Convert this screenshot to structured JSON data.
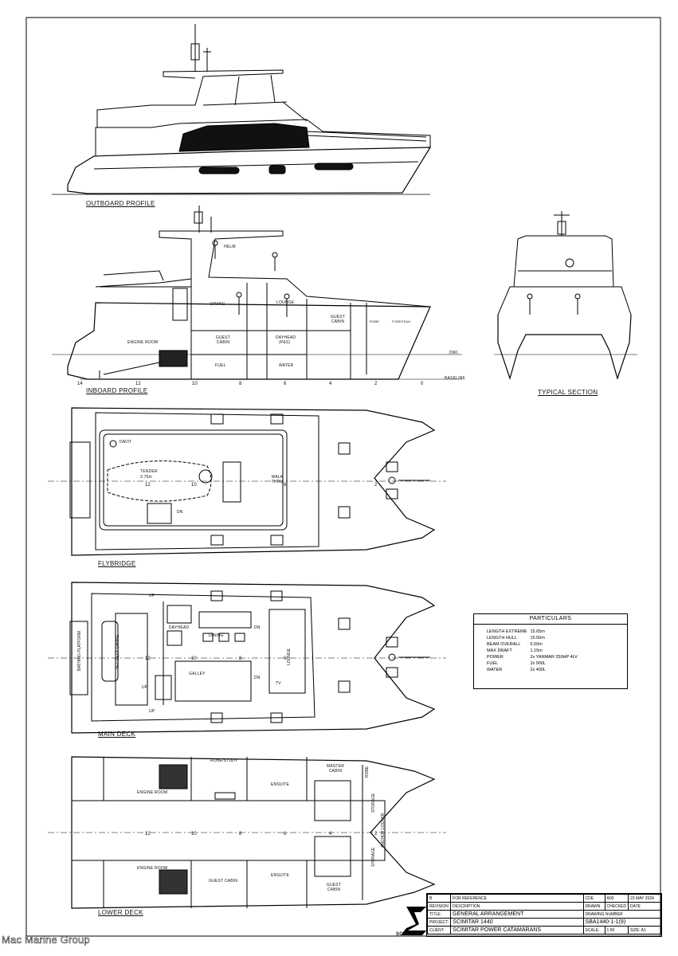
{
  "views": {
    "outboard": "OUTBOARD PROFILE",
    "inboard": "INBOARD PROFILE",
    "section": "TYPICAL SECTION",
    "flybridge": "FLYBRIDGE",
    "main": "MAIN DECK",
    "lower": "LOWER DECK"
  },
  "stations": [
    "14",
    "12",
    "10",
    "8",
    "6",
    "4",
    "2",
    "0"
  ],
  "inboard_labels": {
    "helm": "HELM",
    "dining": "DINING",
    "lounge": "LOUNGE",
    "guest_cabin": "GUEST CABIN",
    "robe": "ROBE",
    "forepeak": "FOREPEAK",
    "engine_room": "ENGINE ROOM",
    "guest_cabin2": "GUEST CABIN",
    "dayhead": "DAYHEAD (P&S)",
    "fuel": "FUEL",
    "water": "WATER",
    "dwl": "DWL",
    "baseline": "BASELINE"
  },
  "flybridge_labels": {
    "davit": "DAVIT",
    "tender": "TENDER",
    "tender_size": "3.75m",
    "walk_thru": "WALK THRU",
    "dn": "DN"
  },
  "main_labels": {
    "up1": "UP",
    "up2": "UP",
    "up3": "UP",
    "dayhead": "DAYHEAD",
    "dining": "DINING",
    "galley": "GALLEY",
    "lounge": "LOUNGE",
    "dn1": "DN",
    "dn2": "DN",
    "aft_deck": "AFT DECK DINING",
    "platform": "BATHING PLATFORM",
    "tv": "TV"
  },
  "lower_labels": {
    "engine_room_p": "ENGINE ROOM",
    "engine_room_s": "ENGINE ROOM",
    "robe_study": "ROBE/STUDY",
    "ensuite1": "ENSUITE",
    "ensuite2": "ENSUITE",
    "master_cabin": "MASTER CABIN",
    "guest_cabin": "GUEST CABIN",
    "guest_cabin2": "GUEST CABIN",
    "storage1": "STORAGE",
    "storage2": "STORAGE",
    "anchor_locker": "ANCHOR LOCKER",
    "robe": "ROBE"
  },
  "particulars": {
    "heading": "PARTICULARS",
    "rows": [
      {
        "label": "LENGTH EXTREME",
        "value": "15.65m"
      },
      {
        "label": "LENGTH HULL",
        "value": "15.50m"
      },
      {
        "label": "BEAM OVERALL",
        "value": "6.50m"
      },
      {
        "label": "MAX DRAFT",
        "value": "1.15m"
      },
      {
        "label": "POWER",
        "value": "2x YANMAR 250HP 4LV"
      },
      {
        "label": "FUEL",
        "value": "2x 900L"
      },
      {
        "label": "WATER",
        "value": "2x 400L"
      }
    ]
  },
  "title_block": {
    "rev_code": "B",
    "rev_desc": "FOR REFERENCE",
    "code_h": "CDE",
    "app_h": "A00",
    "date": "23 MAY 2024",
    "revision_h": "REVISION",
    "description_h": "DESCRIPTION",
    "drawn_h": "DRAWN",
    "checked_h": "CHECKED",
    "date_h": "DATE",
    "title_h": "TITLE:",
    "title": "GENERAL ARRANGEMENT",
    "drawing_no_h": "DRAWING NUMBER",
    "project_h": "PROJECT:",
    "project": "SCIMITAR 1440",
    "drawing_no": "SBA1440-1-1(9)",
    "client_h": "CLIENT:",
    "client": "SCIMITAR POWER CATAMARANS",
    "scale_h": "SCALE:",
    "scale": "1:50",
    "size_h": "SIZE:",
    "size": "A1"
  },
  "logo_text": "SCIMITAR",
  "watermark": "Mac Marine Group"
}
